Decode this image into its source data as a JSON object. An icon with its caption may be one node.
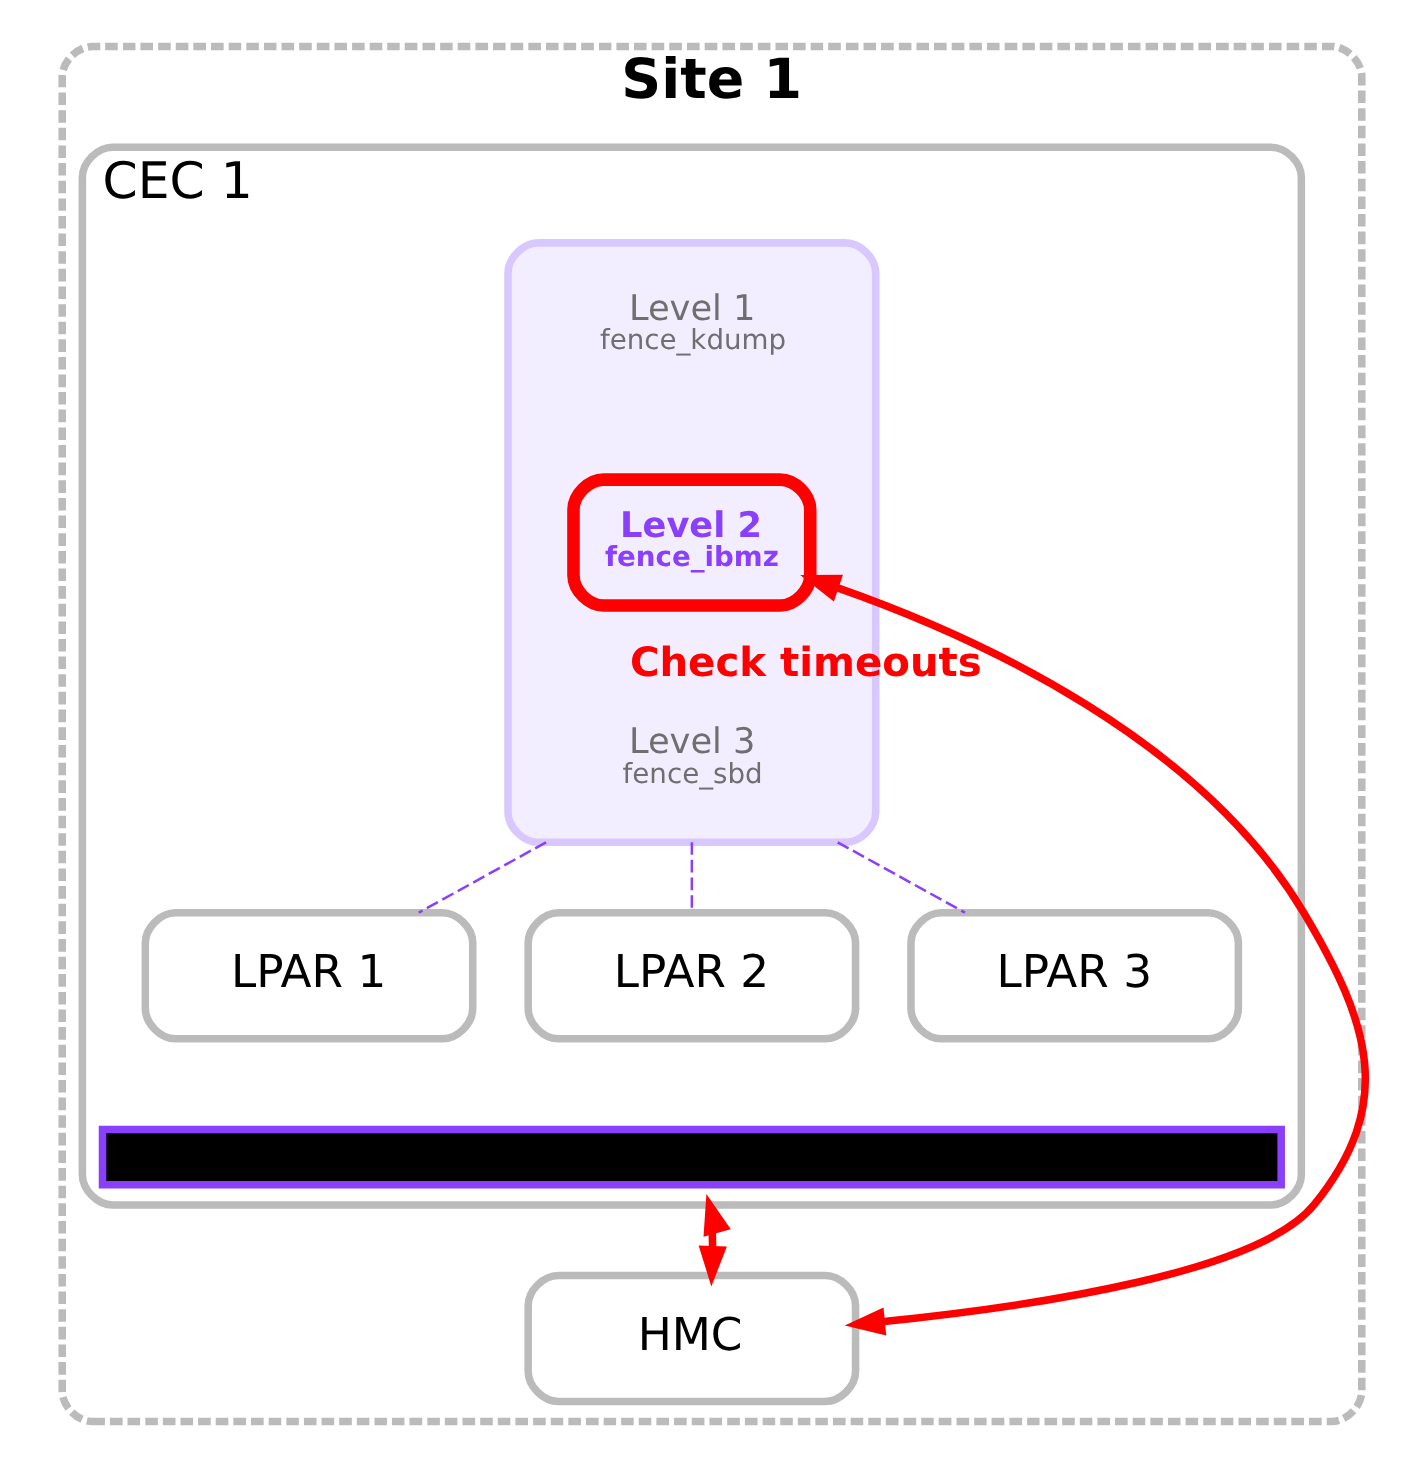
{
  "diagram": {
    "nodes": [
      {
        "text": [
          "Site 1"
        ]
      },
      {
        "text": [
          "CEC 1"
        ],
        "in": 0
      },
      {
        "text": [],
        "shape": "box",
        "in": 1
      },
      {
        "text": [
          "Level 1",
          "fence_kdump"
        ],
        "in": 2
      },
      {
        "text": [
          "Level 2",
          "fence_ibmz"
        ],
        "in": 2
      },
      {
        "text": [
          "Level 3",
          "fence_sbd"
        ],
        "in": 2
      },
      {
        "text": [
          "LPAR 1"
        ],
        "in": 1
      },
      {
        "text": [
          "LPAR 2"
        ],
        "in": 1
      },
      {
        "text": [
          "LPAR 3"
        ],
        "in": 1
      },
      {
        "text": [],
        "shape": "bar",
        "in": 1
      },
      {
        "text": [
          "HMC"
        ],
        "in": 0
      }
    ],
    "edges": [
      {
        "from": 2,
        "to": 6,
        "arrow": "none",
        "style": "dashed",
        "color": "#8a3ffc"
      },
      {
        "from": 2,
        "to": 7,
        "arrow": "none",
        "style": "dashed",
        "color": "#8a3ffc"
      },
      {
        "from": 2,
        "to": 8,
        "arrow": "none",
        "style": "dashed",
        "color": "#8a3ffc"
      },
      {
        "from": 1,
        "to": 10,
        "arrow": "both",
        "style": "thick",
        "color": "#ff0000"
      },
      {
        "from": 10,
        "to": 4,
        "arrow": "both",
        "label": "Check timeouts",
        "style": "thick",
        "color": "#ff0000"
      }
    ]
  }
}
